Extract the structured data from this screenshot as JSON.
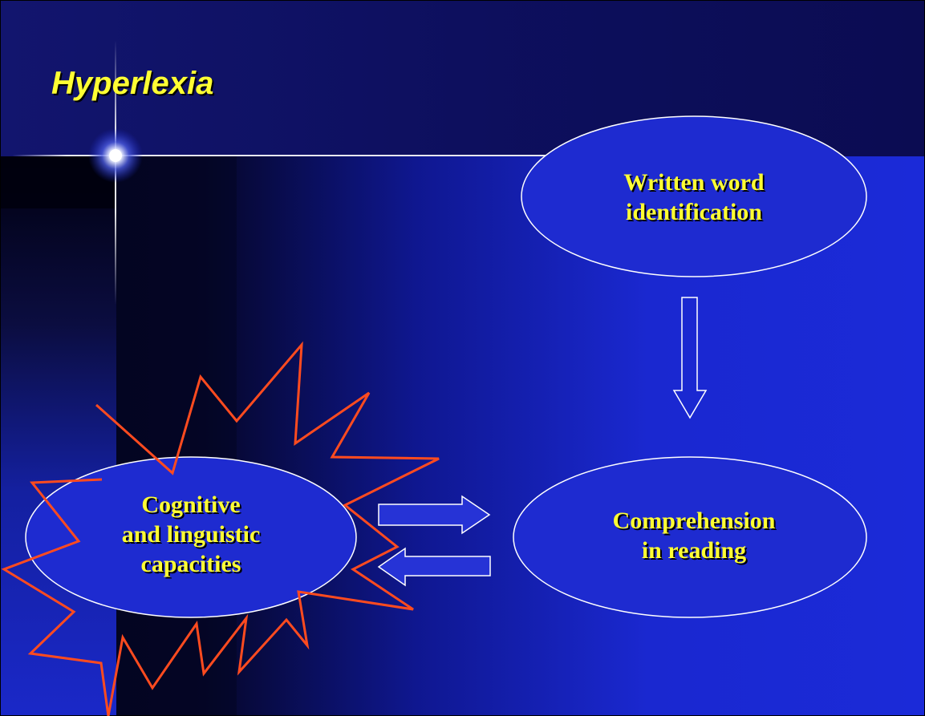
{
  "slide": {
    "title": "Hyperlexia"
  },
  "nodes": {
    "written_word": {
      "line1": "Written word",
      "line2": "identification"
    },
    "comprehension": {
      "line1": "Comprehension",
      "line2": "in reading"
    },
    "cognitive": {
      "line1": "Cognitive",
      "line2": "and linguistic",
      "line3": "capacities"
    }
  },
  "colors": {
    "text": "#ffff33",
    "ellipse_fill": "#1e2bd0",
    "outline": "#ffffff",
    "burst": "#ff4b1f",
    "header_band": "#0c0d58",
    "background_main": "#1a28d0"
  }
}
